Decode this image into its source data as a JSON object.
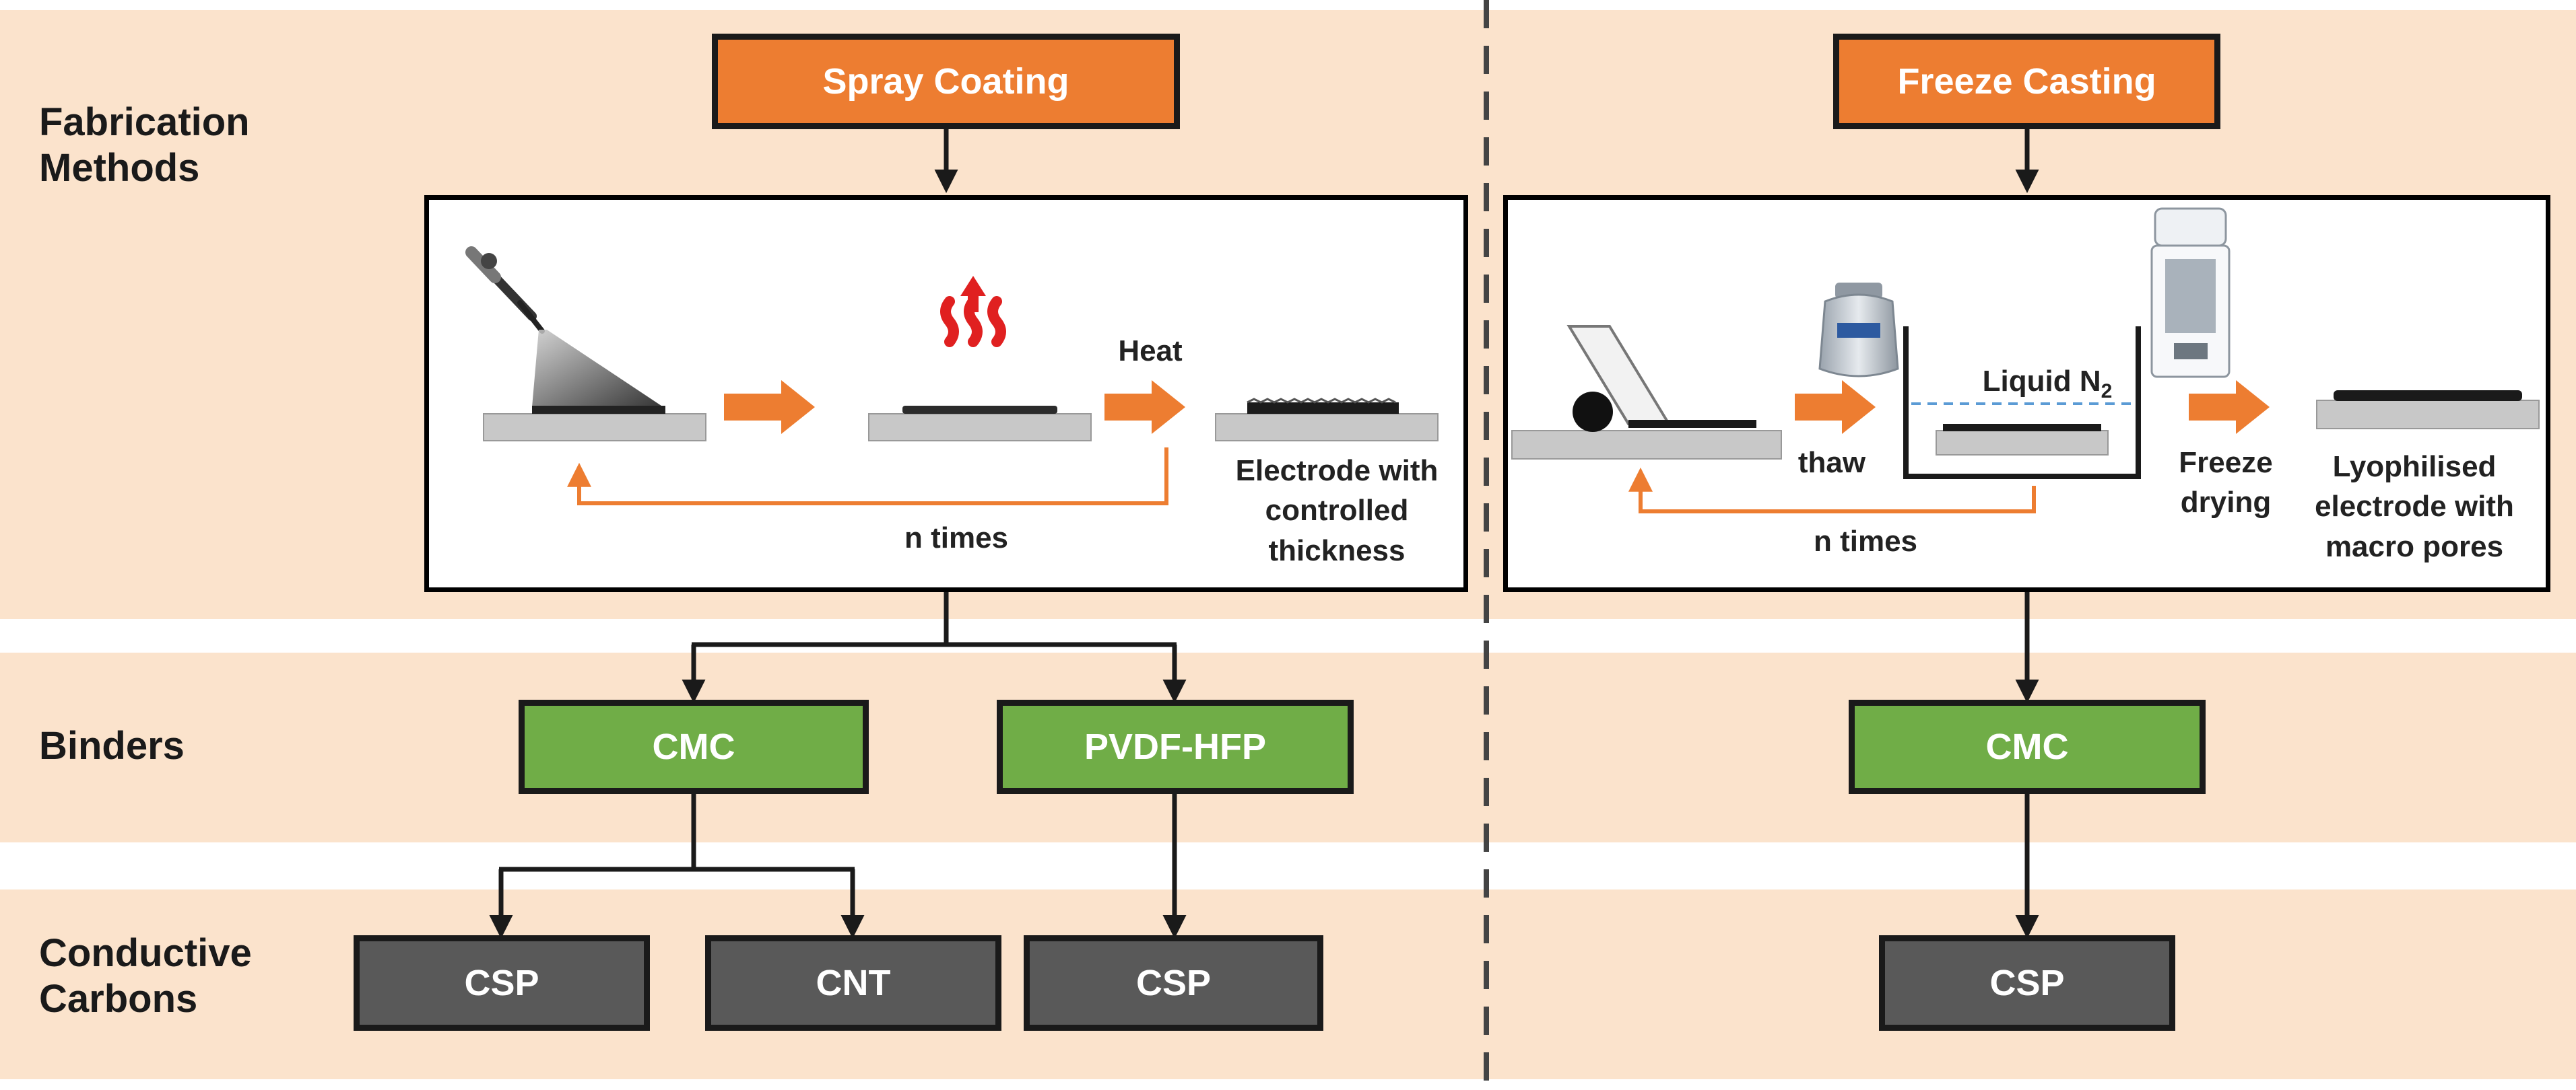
{
  "rows": {
    "fabrication_label": "Fabrication Methods",
    "binders_label": "Binders",
    "carbons_label": "Conductive Carbons"
  },
  "methods": {
    "spray": "Spray Coating",
    "freeze": "Freeze Casting"
  },
  "spray_panel": {
    "heat": "Heat",
    "n_times": "n times",
    "result": "Electrode with controlled thickness"
  },
  "freeze_panel": {
    "liquid": "Liquid N",
    "liquid_sub": "2",
    "thaw": "thaw",
    "n_times": "n times",
    "freeze_drying": "Freeze drying",
    "result": "Lyophilised electrode with macro pores"
  },
  "binders": {
    "spray_1": "CMC",
    "spray_2": "PVDF-HFP",
    "freeze_1": "CMC"
  },
  "carbons": {
    "spray_cmc_1": "CSP",
    "spray_cmc_2": "CNT",
    "spray_pvdf": "CSP",
    "freeze": "CSP"
  },
  "colors": {
    "band": "#fbe3cc",
    "method_box": "#ed7d31",
    "binder_box": "#70ad47",
    "carbon_box": "#595959",
    "process_arrow": "#ed7d31",
    "liquid_line": "#5b9bd5"
  },
  "icons": [
    "airbrush-icon",
    "evaporation-icon",
    "doctor-blade-icon",
    "dewar-icon",
    "freeze-dryer-icon"
  ]
}
